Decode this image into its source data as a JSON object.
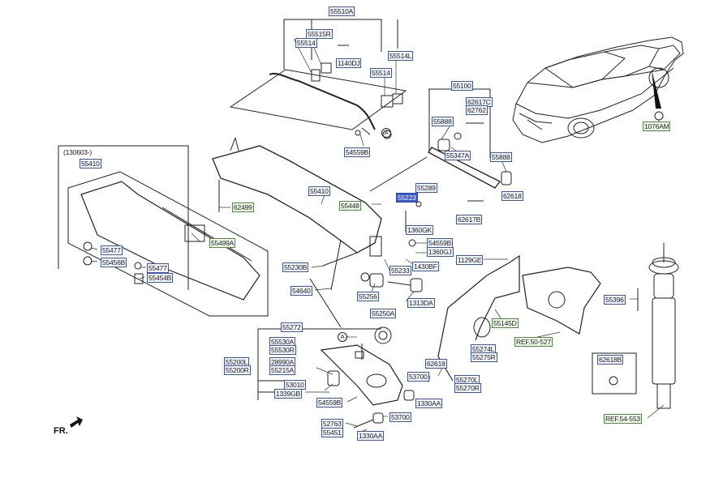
{
  "labels": {
    "p55510A": "55510A",
    "p55515R": "55515R",
    "p55514a": "55514",
    "p1140DJ": "1140DJ",
    "p55514L": "55514L",
    "p55514b": "55514",
    "p54559B_top": "54559B",
    "p55100": "55100",
    "p62617C": "62617C",
    "p62762": "62762",
    "p55888a": "55888",
    "p55347A": "55347A",
    "p55888b": "55888",
    "p62618_r": "62618",
    "p1076AM": "1076AM",
    "p130603": "(130603-)",
    "p55410_l": "55410",
    "p55410_c": "55410",
    "p62499": "62499",
    "p55448": "55448",
    "p55223": "55223",
    "p55289": "55289",
    "p1360GK": "1360GK",
    "p62617B": "62617B",
    "p55499A": "55499A",
    "p55477a": "55477",
    "p55456B": "55456B",
    "p55477b": "55477",
    "p55454B": "55454B",
    "p54559B_m": "54559B",
    "p1360GJ": "1360GJ",
    "p55230B": "55230B",
    "p1430BF": "1430BF",
    "p55233": "55233",
    "p1129GE": "1129GE",
    "p54640": "54640",
    "p55256": "55256",
    "p1313DA": "1313DA",
    "p55250A": "55250A",
    "p55396": "55396",
    "p55145D": "55145D",
    "p55272": "55272",
    "p55530A": "55530A",
    "p55530R": "55530R",
    "pA_bottom": "A",
    "pA_top": "A",
    "p55200L": "55200L",
    "p55200R": "55200R",
    "p28990A": "28990A",
    "p55215A": "55215A",
    "pREF50": "REF.50-527",
    "p55274L": "55274L",
    "p55275R": "55275R",
    "p62618B": "62618B",
    "p62618_b": "62618",
    "p53700a": "53700",
    "p55270L": "55270L",
    "p55270R": "55270R",
    "p53010": "53010",
    "p1339GB": "1339GB",
    "p54559B_b": "54559B",
    "p1330AA_a": "1330AA",
    "p53700b": "53700",
    "p52763": "52763",
    "p55451": "55451",
    "p1330AA_b": "1330AA",
    "pREF54": "REF.54-553",
    "fr": "FR."
  }
}
